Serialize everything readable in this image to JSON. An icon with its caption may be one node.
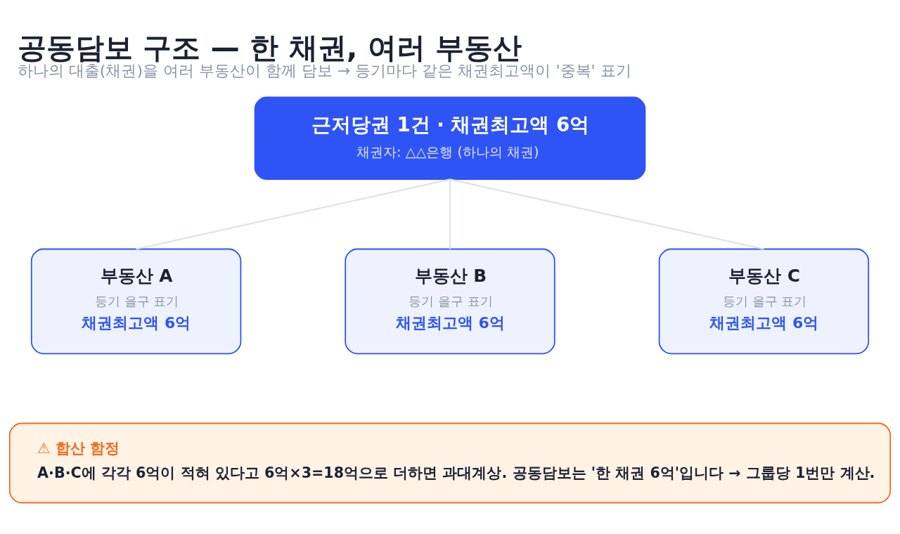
{
  "diagram": {
    "title": "공동담보 구조 — 한 채권, 여러 부동산",
    "caption": "하나의 대출(채권)을 여러 부동산이 함께 담보 → 등기마다 같은 채권최고액이 '중복' 표기",
    "nodes": [
      {
        "text": [
          "근저당권 1건 · 채권최고액 6억",
          "채권자: △△은행 (하나의 채권)"
        ]
      },
      {
        "text": [
          "부동산 A",
          "등기 을구 표기",
          "채권최고액 6억"
        ]
      },
      {
        "text": [
          "부동산 B",
          "등기 을구 표기",
          "채권최고액 6억"
        ]
      },
      {
        "text": [
          "부동산 C",
          "등기 을구 표기",
          "채권최고액 6억"
        ]
      },
      {
        "text": [
          "⚠ 합산 함정",
          "A·B·C에 각각 6억이 적혀 있다고 6억×3=18억으로 더하면 과대계상. 공동담보는 '한 채권 6억'입니다 → 그룹당 1번만 계산."
        ]
      }
    ],
    "edges": [
      {
        "from": 0,
        "to": 1,
        "arrow": "none"
      },
      {
        "from": 0,
        "to": 2,
        "arrow": "none"
      },
      {
        "from": 0,
        "to": 3,
        "arrow": "none"
      }
    ]
  }
}
